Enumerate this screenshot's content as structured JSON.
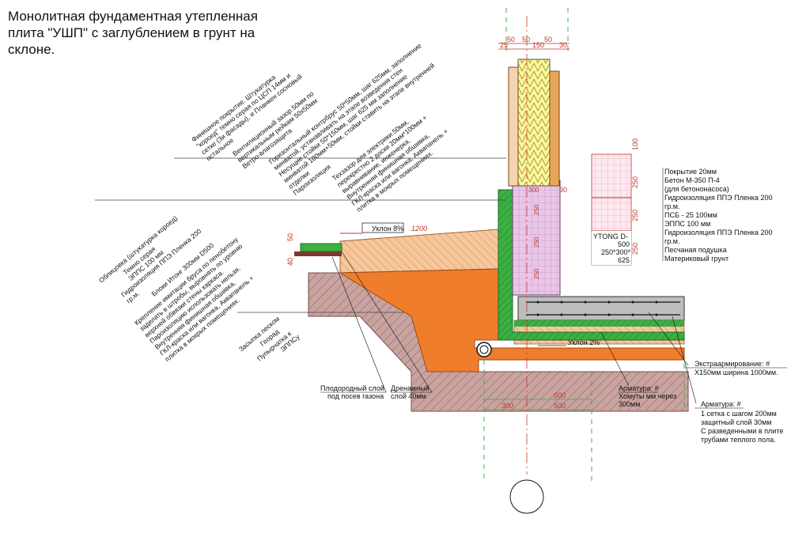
{
  "title": "Монолитная фундаментная утепленная плита  \"УШП\" с заглублением в грунт на склоне.",
  "dims_top": {
    "a": "50",
    "b": "50",
    "c": "150",
    "d": "50",
    "e": "25",
    "f": "30"
  },
  "dim_side_30": "30",
  "slope_top": "Уклон 8%",
  "slope_bottom": "Уклон 2%",
  "dim_1200": "1200",
  "dim_50": "50",
  "dim_40": "40",
  "dims_bottom": {
    "a": "500",
    "b": "300",
    "c": "500"
  },
  "block_dims": {
    "h100": "100",
    "h250a": "250",
    "h250b": "250",
    "h250c": "250"
  },
  "wall_dims": {
    "d300": "300",
    "d250a": "250",
    "d250b": "250",
    "d250c": "250"
  },
  "ytong": {
    "l1": "YTONG D-",
    "l2": "500",
    "l3": "250*300*",
    "l4": "625"
  },
  "right_legend": [
    "Покрытие 20мм",
    "Бетон М-350 П-4",
    "(для бетононасоса)",
    "Гидроизоляция ППЭ Пленка 200",
    "гр.м.",
    "ПСБ - 25 100мм",
    "ЭППС 100 мм",
    "Гидроизоляция ППЭ Пленка 200",
    "гр.м.",
    "Песчаная подушка",
    "Материковый грунт"
  ],
  "notes_top": [
    "Финишное покрытие. Штукатурка",
    "\"короед\" темно серая по ЦСП 14мм и",
    "сетке (3и фасады), и Планкен сосновый",
    "остальное",
    "Вентиляционный зазор 50мм по",
    "вертикальным рейкам 50х50мм",
    "Ветро-влагозащита",
    "Горизонтальный контрбрус 50*50мм, шаг 625мм, заполнение",
    "минватой, устанавливать на этапе возведения стен",
    "Несущие стойки 50*150мм, шаг 625 мм заполнение",
    "минватой 100мм+50мм, стойки ставить на этапе внутренней",
    "отделки",
    "Пароизоляция",
    "Техзазор для электрики 50мм,",
    "перекрестно 2 доски 20мм*100мм +",
    "выравнивание, инженерка.",
    "Внутренняя финишная обшивка,",
    "ГКЛ-краска или вагонка, Аквапанель +",
    "плитка в мокрых помещениях."
  ],
  "notes_mid": [
    "Облицовка (штукатурка короед)",
    "Темно серая",
    "ЭППС 100 мм",
    "Гидроизоляция ППЭ Пленка 200",
    "гр.м.",
    "Блоки Итонг 300мм D500",
    "Крепление имитации бруса по пенобетону",
    "заделать в штробы, выровнять по уровню",
    "верхней обвязки стены каркаса.",
    "Пароизоляцию использовать нельзя.",
    "Внутренняя финишная обшивка,",
    "ГКЛ-краска или вагонка, Аквапанель +",
    "плитка в мокрых помещениях."
  ],
  "notes_low": [
    "Засыпка песком",
    "Георад",
    "Пупырчатка к",
    "ЭППСу"
  ],
  "bottom_labels": {
    "fertile": [
      "Плодородный слой",
      "под посев газона"
    ],
    "drain": [
      "Дренажный",
      "слой 40мм"
    ],
    "rebar1": [
      "Арматура: #",
      "Хомуты  мм через",
      "300мм"
    ],
    "extra": [
      "Экстраармирование: #",
      "Х150мм ширина 1000мм."
    ],
    "rebar2": [
      "Арматура: #",
      "1 сетка с шагом 200мм",
      "защитный слой 30мм",
      "С разведенными в плите",
      "трубами теплого пола."
    ]
  },
  "colors": {
    "orange": "#f07d2c",
    "green": "#3cb043",
    "purple": "#e9c6e8",
    "soil": "#c9a3a0",
    "sand": "#f6c79b",
    "red": "#c0392b"
  }
}
